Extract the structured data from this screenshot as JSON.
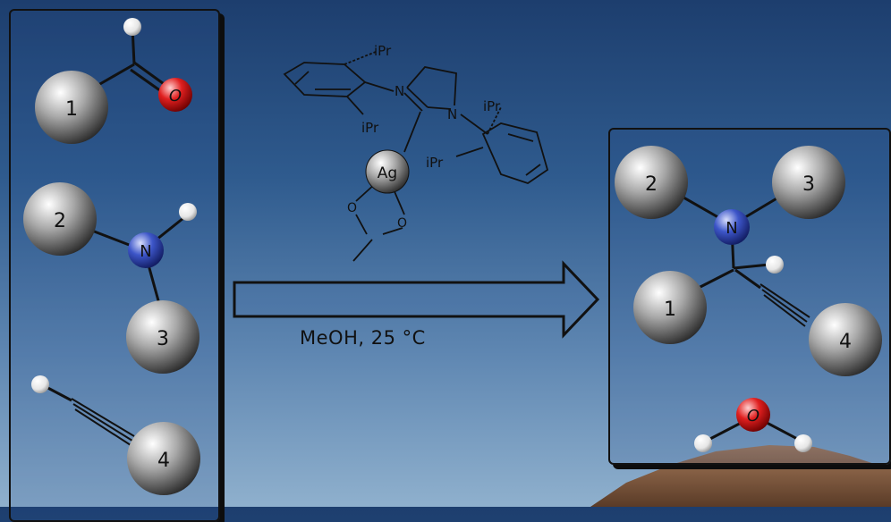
{
  "reactants": {
    "aldehyde": {
      "r_label": "1",
      "heteroatom": "O"
    },
    "amine": {
      "r1_label": "2",
      "r2_label": "3",
      "heteroatom": "N"
    },
    "alkyne": {
      "r_label": "4"
    }
  },
  "catalyst": {
    "metal": "Ag",
    "substituent_labels": [
      "iPr",
      "iPr",
      "iPr",
      "iPr"
    ],
    "ring_atoms": [
      "N",
      "N"
    ],
    "carboxylate_atoms": [
      "O",
      "O"
    ]
  },
  "conditions": "MeOH, 25 °C",
  "product": {
    "labels": {
      "a": "2",
      "b": "3",
      "c": "1",
      "d": "4"
    },
    "heteroatom": "N"
  },
  "byproduct": {
    "heteroatom": "O"
  },
  "colors": {
    "grey_sphere": "#8a8a8a",
    "oxygen": "#e01f1f",
    "nitrogen": "#3d56c9",
    "hydrogen": "#f2f2f2"
  }
}
